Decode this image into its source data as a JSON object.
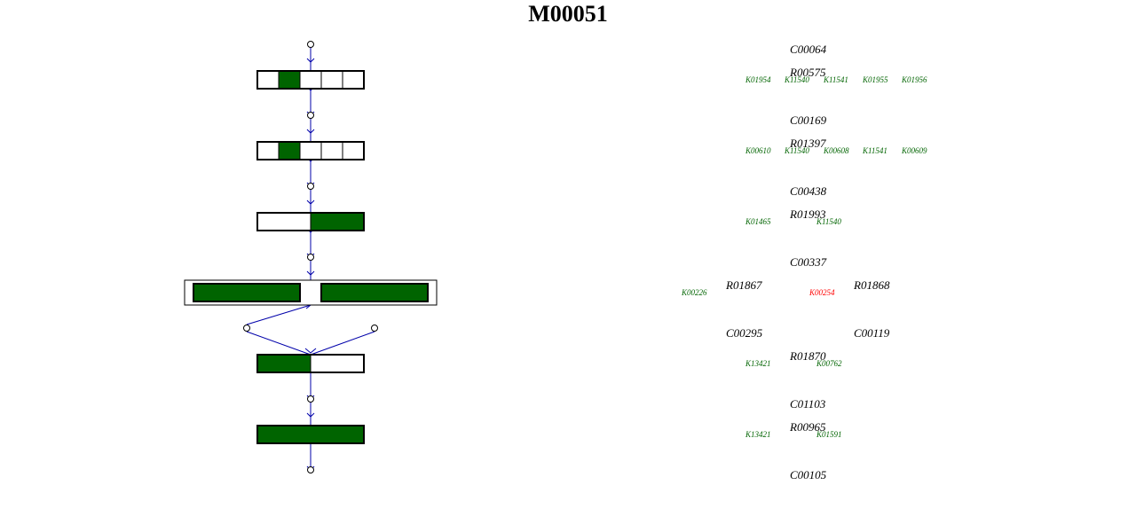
{
  "title": "M00051",
  "colors": {
    "filled": "#006400",
    "edge": "#0000aa",
    "ko": "#006400",
    "ko_missing": "#ff0000"
  },
  "pathway": {
    "steps": [
      {
        "cells": [
          false,
          true,
          false,
          false,
          false
        ]
      },
      {
        "cells": [
          false,
          true,
          false,
          false,
          false
        ]
      },
      {
        "cells": [
          false,
          true
        ]
      },
      {
        "groups": [
          [
            true
          ],
          [
            true
          ]
        ]
      },
      {
        "cells": [
          true,
          false
        ]
      },
      {
        "cells": [
          true
        ]
      }
    ]
  },
  "compounds": [
    "C00064",
    "C00169",
    "C00438",
    "C00337",
    "C00295",
    "C00119",
    "C01103",
    "C00105"
  ],
  "reactions": [
    {
      "id": "R00575",
      "kos": [
        {
          "id": "K01954",
          "missing": false
        },
        {
          "id": "K11540",
          "missing": false
        },
        {
          "id": "K11541",
          "missing": false
        },
        {
          "id": "K01955",
          "missing": false
        },
        {
          "id": "K01956",
          "missing": false
        }
      ]
    },
    {
      "id": "R01397",
      "kos": [
        {
          "id": "K00610",
          "missing": false
        },
        {
          "id": "K11540",
          "missing": false
        },
        {
          "id": "K00608",
          "missing": false
        },
        {
          "id": "K11541",
          "missing": false
        },
        {
          "id": "K00609",
          "missing": false
        }
      ]
    },
    {
      "id": "R01993",
      "kos": [
        {
          "id": "K01465",
          "missing": false
        },
        {
          "id": "K11540",
          "missing": false
        }
      ]
    },
    {
      "id": "R01867",
      "kos": [
        {
          "id": "K00226",
          "missing": false
        }
      ]
    },
    {
      "id": "R01868",
      "kos": [
        {
          "id": "K00254",
          "missing": true
        }
      ]
    },
    {
      "id": "R01870",
      "kos": [
        {
          "id": "K13421",
          "missing": false
        },
        {
          "id": "K00762",
          "missing": false
        }
      ]
    },
    {
      "id": "R00965",
      "kos": [
        {
          "id": "K13421",
          "missing": false
        },
        {
          "id": "K01591",
          "missing": false
        }
      ]
    }
  ]
}
